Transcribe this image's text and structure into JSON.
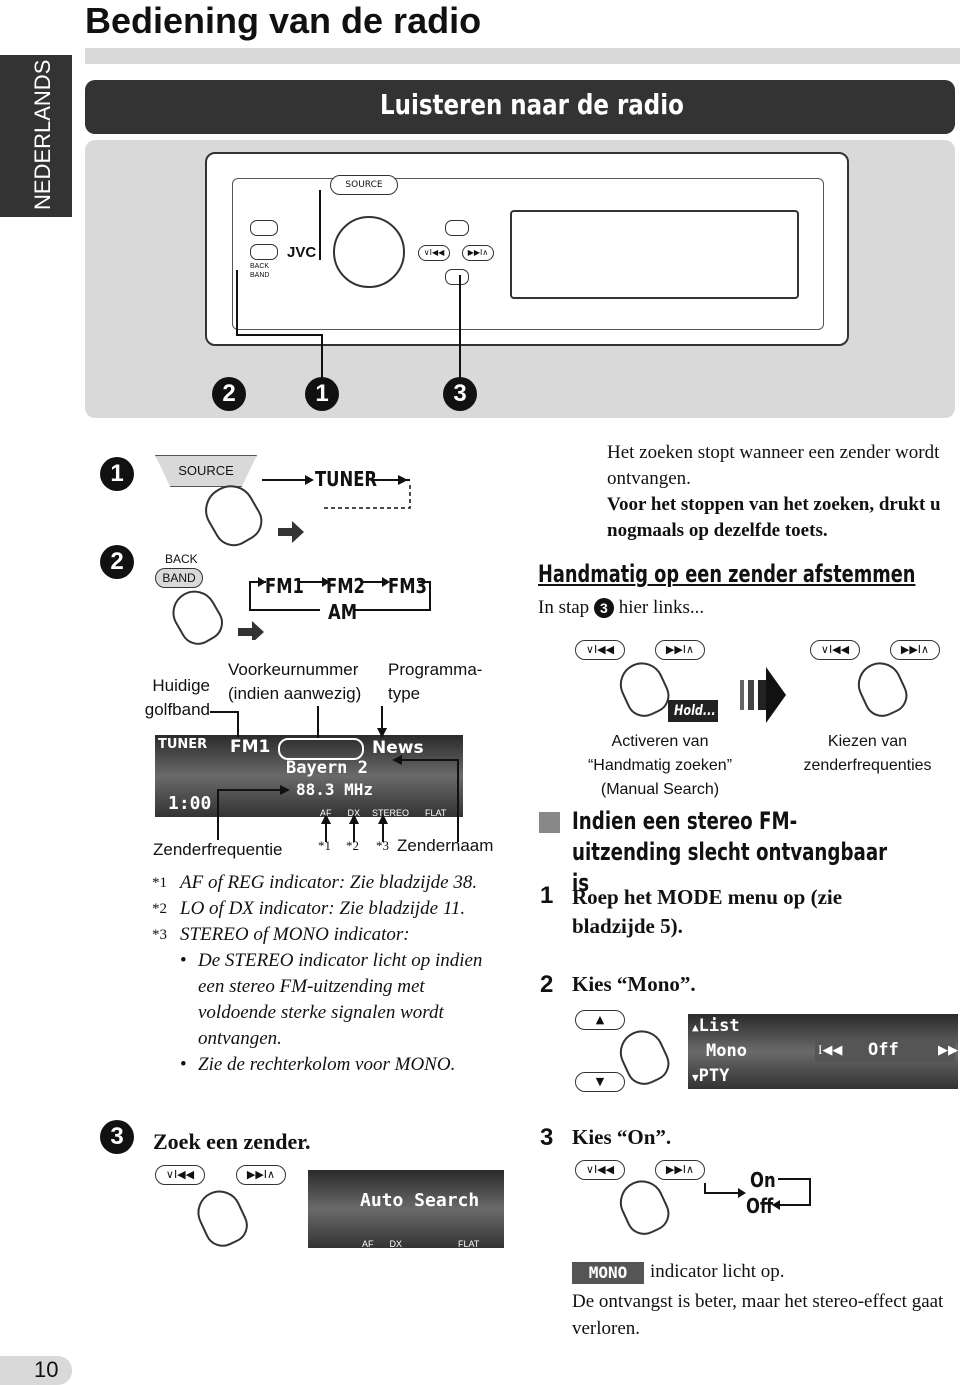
{
  "page": {
    "title": "Bediening van de radio",
    "subtitle": "Luisteren naar de radio",
    "side_tab": "NEDERLANDS",
    "page_number": "10"
  },
  "device": {
    "source_label": "SOURCE",
    "back_label": "BACK",
    "band_label": "BAND",
    "brand": "JVC",
    "callouts": [
      "2",
      "1",
      "3"
    ]
  },
  "steps": {
    "s1": {
      "num": "1",
      "source_label": "SOURCE",
      "result": "TUNER"
    },
    "s2": {
      "num": "2",
      "back_label": "BACK",
      "band_label": "BAND",
      "bands": [
        "FM1",
        "FM2",
        "FM3",
        "AM"
      ]
    },
    "s3": {
      "num": "3",
      "title": "Zoek een zender.",
      "lcd_text": "Auto Search"
    }
  },
  "display_labels": {
    "band": "Huidige golfband",
    "preset": "Voorkeurnummer (indien aanwezig)",
    "pty": "Programma-type",
    "freq": "Zenderfrequentie",
    "name": "Zendernaam",
    "marks": [
      "*1",
      "*2",
      "*3"
    ]
  },
  "lcd": {
    "tuner": "TUNER",
    "band": "FM1",
    "pty": "News",
    "station": "Bayern 2",
    "freq": "88.3 MHz",
    "clock": "1:00",
    "indicators": [
      "AF",
      "DX",
      "STEREO",
      "FLAT"
    ]
  },
  "footnotes": [
    {
      "mark": "*1",
      "text": "AF of REG indicator: Zie bladzijde 38."
    },
    {
      "mark": "*2",
      "text": "LO of DX indicator: Zie bladzijde 11."
    },
    {
      "mark": "*3",
      "text": "STEREO of MONO indicator:"
    }
  ],
  "footnote_bullets": [
    "De STEREO indicator licht op indien een stereo FM-uitzending met voldoende sterke signalen wordt ontvangen.",
    "Zie de rechterkolom voor MONO."
  ],
  "right": {
    "p1": "Het zoeken stopt wanneer een zender wordt ontvangen.",
    "p2": "Voor het stoppen van het zoeken, drukt u nogmaals op dezelfde toets.",
    "manual_heading": "Handmatig op een zender afstemmen",
    "manual_text": "In stap",
    "manual_text2": "hier links...",
    "hold": "Hold...",
    "activate": "Activeren van “Handmatig zoeken” (Manual Search)",
    "choose": "Kiezen van zenderfrequenties",
    "stereo_heading": "Indien een stereo FM-uitzending slecht ontvangbaar is",
    "r1": {
      "num": "1",
      "text": "Roep het MODE menu op (zie bladzijde 5)."
    },
    "r2": {
      "num": "2",
      "text": "Kies “Mono”."
    },
    "menu": [
      "List",
      "Mono",
      "PTY"
    ],
    "menu_value": "Off",
    "r3": {
      "num": "3",
      "text": "Kies “On”."
    },
    "onoff": [
      "On",
      "Off"
    ],
    "mono_badge": "MONO",
    "mono_text": "indicator licht op.",
    "mono_text2": "De ontvangst is beter, maar het stereo-effect gaat verloren."
  },
  "colors": {
    "tab": "#333333",
    "gray": "#d9d9d9"
  }
}
